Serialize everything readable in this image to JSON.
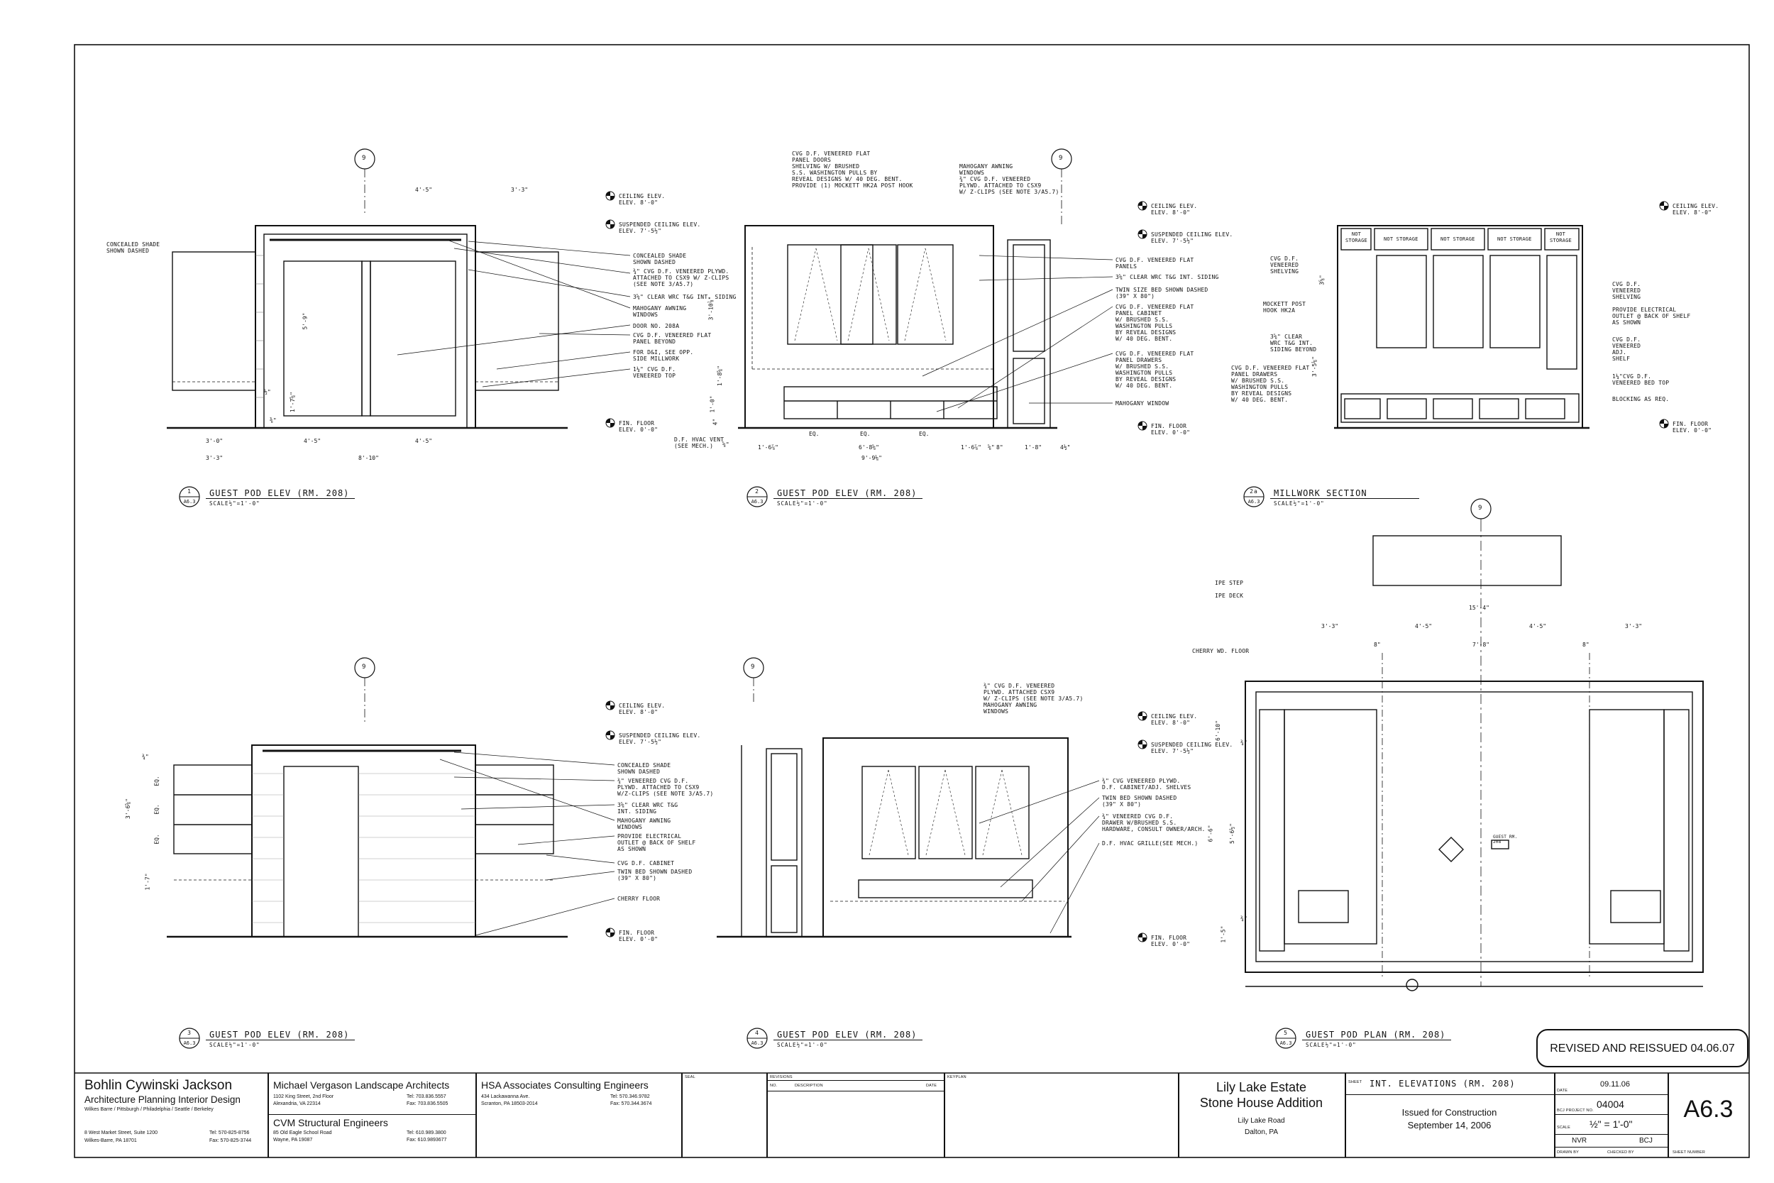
{
  "views": [
    {
      "num": "1",
      "sheet": "A6.3",
      "title": "GUEST POD ELEV (RM. 208)",
      "scale": "SCALE½\"=1'-0\""
    },
    {
      "num": "2",
      "sheet": "A6.3",
      "title": "GUEST POD ELEV (RM. 208)",
      "scale": "SCALE½\"=1'-0\""
    },
    {
      "num": "2a",
      "sheet": "A6.3",
      "title": "MILLWORK SECTION",
      "scale": "SCALE½\"=1'-0\""
    },
    {
      "num": "3",
      "sheet": "A6.3",
      "title": "GUEST POD ELEV (RM. 208)",
      "scale": "SCALE½\"=1'-0\""
    },
    {
      "num": "4",
      "sheet": "A6.3",
      "title": "GUEST POD ELEV (RM. 208)",
      "scale": "SCALE½\"=1'-0\""
    },
    {
      "num": "5",
      "sheet": "A6.3",
      "title": "GUEST POD PLAN (RM. 208)",
      "scale": "SCALE½\"=1'-0\""
    }
  ],
  "grid_bubble": "9",
  "levels": {
    "ceiling": "CEILING ELEV.\nELEV. 8'-0\"",
    "suspended": "SUSPENDED CEILING ELEV.\nELEV. 7'-5½\"",
    "floor": "FIN. FLOOR\nELEV. 0'-0\""
  },
  "notes": {
    "v1_left": "CONCEALED SHADE\nSHOWN DASHED",
    "v1": [
      "CONCEALED SHADE\nSHOWN DASHED",
      "¾\" CVG D.F. VENEERED PLYWD.\nATTACHED TO CSX9 W/ Z-CLIPS\n(SEE NOTE 3/A5.7)",
      "3⅝\" CLEAR WRC T&G INT. SIDING",
      "MAHOGANY AWNING\nWINDOWS",
      "DOOR NO. 208A",
      "CVG D.F. VENEERED FLAT\nPANEL BEYOND",
      "FOR D&I, SEE OPP.\nSIDE MILLWORK",
      "1¼\" CVG D.F.\nVENEERED TOP"
    ],
    "v2_top": "CVG D.F. VENEERED FLAT\nPANEL DOORS\nSHELVING W/ BRUSHED\nS.S. WASHINGTON PULLS BY\nREVEAL DESIGNS W/ 40 DEG. BENT.\nPROVIDE (1) MOCKETT HK2A POST HOOK",
    "v2_top2": "MAHOGANY AWNING\nWINDOWS\n¾\" CVG D.F. VENEERED\nPLYWD. ATTACHED TO CSX9\nW/ Z-CLIPS (SEE NOTE 3/A5.7)",
    "v2": [
      "CVG D.F. VENEERED FLAT\nPANELS",
      "3⅝\" CLEAR WRC T&G INT. SIDING",
      "TWIN SIZE BED SHOWN DASHED\n(39\" X 80\")",
      "CVG D.F. VENEERED FLAT\nPANEL CABINET\nW/ BRUSHED S.S.\nWASHINGTON PULLS\nBY REVEAL DESIGNS\nW/ 40 DEG. BENT.",
      "CVG D.F. VENEERED FLAT\nPANEL DRAWERS\nW/ BRUSHED S.S.\nWASHINGTON PULLS\nBY REVEAL DESIGNS\nW/ 40 DEG. BENT.",
      "MAHOGANY WINDOW"
    ],
    "v2_vent": "D.F. HVAC VENT\n(SEE MECH.)",
    "v2a_left": [
      "CVG D.F.\nVENEERED\nSHELVING",
      "MOCKETT POST\nHOOK HK2A",
      "3⅝\" CLEAR\nWRC T&G INT.\nSIDING BEYOND",
      "CVG D.F. VENEERED FLAT\nPANEL DRAWERS\nW/ BRUSHED S.S.\nWASHINGTON PULLS\nBY REVEAL DESIGNS\nW/ 40 DEG. BENT."
    ],
    "v2a_right": [
      "CVG D.F.\nVENEERED\nSHELVING",
      "PROVIDE ELECTRICAL\nOUTLET @ BACK OF SHELF\nAS SHOWN",
      "CVG D.F.\nVENEERED\nADJ.\nSHELF",
      "1¼\"CVG D.F.\nVENEERED BED TOP",
      "BLOCKING AS REQ."
    ],
    "v2a_boxes": [
      "NOT\nSTORAGE",
      "NOT STORAGE",
      "NOT STORAGE",
      "NOT STORAGE",
      "NOT\nSTORAGE"
    ],
    "v3": [
      "CONCEALED SHADE\nSHOWN DASHED",
      "¾\" VENEERED CVG D.F.\nPLYWD. ATTACHED TO CSX9\nW/Z-CLIPS (SEE NOTE 3/A5.7)",
      "3⅝\" CLEAR WRC T&G\nINT. SIDING",
      "MAHOGANY AWNING\nWINDOWS",
      "PROVIDE ELECTRICAL\nOUTLET @ BACK OF SHELF\nAS SHOWN",
      "CVG D.F. CABINET",
      "TWIN BED SHOWN DASHED\n(39\" X 80\")",
      "CHERRY FLOOR"
    ],
    "v4_top": "¾\" CVG D.F. VENEERED\nPLYWD. ATTACHED CSX9\nW/ Z-CLIPS (SEE NOTE 3/A5.7)\nMAHOGANY AWNING\nWINDOWS",
    "v4": [
      "¾\" CVG VENEERED PLYWD.\nD.F. CABINET/ADJ. SHELVES",
      "TWIN BED SHOWN DASHED\n(39\" X 80\")",
      "¾\" VENEERED CVG D.F.\nDRAWER W/BRUSHED S.S.\nHARDWARE, CONSULT OWNER/ARCH.",
      "D.F. HVAC GRILLE(SEE MECH.)"
    ],
    "v5": [
      "IPE STEP",
      "IPE DECK",
      "CHERRY WD. FLOOR"
    ],
    "v5_tag": "GUEST RM.\n208"
  },
  "dims": {
    "v1_top": [
      "4'-5\"",
      "3'-3\""
    ],
    "v1_bot1": [
      "3'-0\"",
      "4'-5\"",
      "4'-5\""
    ],
    "v1_bot2": [
      "3'-3\"",
      "8'-10\""
    ],
    "v1_side": [
      "5'-9\"",
      "1'-7⅝\"",
      "½\"",
      "⅜\""
    ],
    "v2_bot1": [
      "EQ.",
      "EQ.",
      "EQ."
    ],
    "v2_bot2": [
      "1'-6⅞\"",
      "6'-8⅝\"",
      "1'-6⅞\"",
      "⅝\"",
      "8\"",
      "1'-8\"",
      "4½\""
    ],
    "v2_bot3": [
      "9'-9⅛\""
    ],
    "v2_side": [
      "3'-10⅞\"",
      "1'-8⅝\"",
      "1'-0\"",
      "4\"",
      "⅝\""
    ],
    "v2a_side": [
      "3'-5⅛\"",
      "3⅝\""
    ],
    "v3_side": [
      "3'-6⅝\"",
      "1'-7\"",
      "EQ.",
      "EQ.",
      "EQ.",
      "¾\""
    ],
    "v5_top1": [
      "15'-4\""
    ],
    "v5_top2": [
      "3'-3\"",
      "4'-5\"",
      "4'-5\"",
      "3'-3\""
    ],
    "v5_top3": [
      "8\"",
      "7'-8\"",
      "8\""
    ],
    "v5_side": [
      "6'-10\"",
      "6'-6\"",
      "5'-6½\"",
      "1'-5\"",
      "¾\"",
      "¾\""
    ]
  },
  "revision_stamp": "REVISED AND REISSUED 04.06.07",
  "title_block": {
    "firm": "Bohlin Cywinski Jackson",
    "firm_sub": "Architecture Planning Interior Design",
    "firm_offices": "Wilkes Barre / Pittsburgh / Philadelphia / Seattle / Berkeley",
    "firm_addr1": "8 West Market Street, Suite 1200",
    "firm_addr2": "Wilkes-Barre, PA  18701",
    "firm_tel": "Tel: 570-825-8756",
    "firm_fax": "Fax: 570-825-3744",
    "land_name": "Michael Vergason Landscape Architects",
    "land_addr1": "1102 King Street, 2nd Floor",
    "land_addr2": "Alexandria, VA 22314",
    "land_tel": "Tel: 703.836.5557",
    "land_fax": "Fax: 703.836.5505",
    "struct_name": "CVM Structural Engineers",
    "struct_addr1": "85 Old Eagle School Road",
    "struct_addr2": "Wayne, PA 19087",
    "struct_tel": "Tel: 610.989.3800",
    "struct_fax": "Fax: 610.9893677",
    "cons_name": "HSA Associates Consulting Engineers",
    "cons_addr1": "434 Lackawanna Ave.",
    "cons_addr2": "Scranton, PA 18503-2014",
    "cons_tel": "Tel: 570.346.9782",
    "cons_fax": "Fax: 570.344.3674",
    "seal": "SEAL",
    "revisions": "REVISIONS",
    "rev_no": "NO.",
    "rev_desc": "DESCRIPTION",
    "rev_date": "DATE",
    "keyplan": "KEYPLAN",
    "project1": "Lily Lake Estate",
    "project2": "Stone House Addition",
    "project_road": "Lily Lake Road",
    "project_city": "Dalton, PA",
    "sheet_lbl": "SHEET",
    "sheet_title": "INT. ELEVATIONS  (RM. 208)",
    "issue1": "Issued for Construction",
    "issue2": "September 14, 2006",
    "date_lbl": "DATE",
    "date": "09.11.06",
    "proj_no_lbl": "BCJ PROJECT NO.",
    "proj_no": "04004",
    "scale_lbl": "SCALE",
    "scale": "½\" = 1'-0\"",
    "drawn": "NVR",
    "checked": "BCJ",
    "drawn_lbl": "DRAWN BY",
    "checked_lbl": "CHECKED BY",
    "sheet_no_lbl": "SHEET NUMBER",
    "sheet_no": "A6.3"
  }
}
